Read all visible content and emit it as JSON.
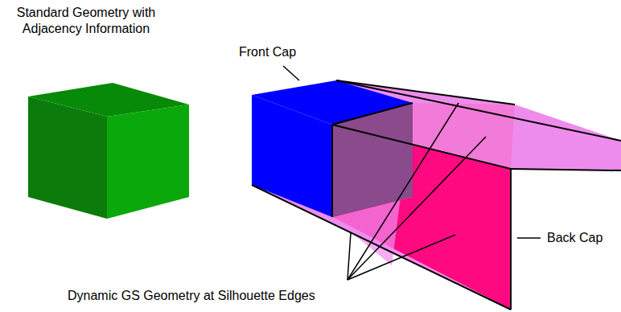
{
  "diagram": {
    "labels": [
      "Standard Geometry with Adjacency Information",
      "Front Cap",
      "Back Cap",
      "Dynamic GS Geometry at Silhouette Edges"
    ]
  }
}
